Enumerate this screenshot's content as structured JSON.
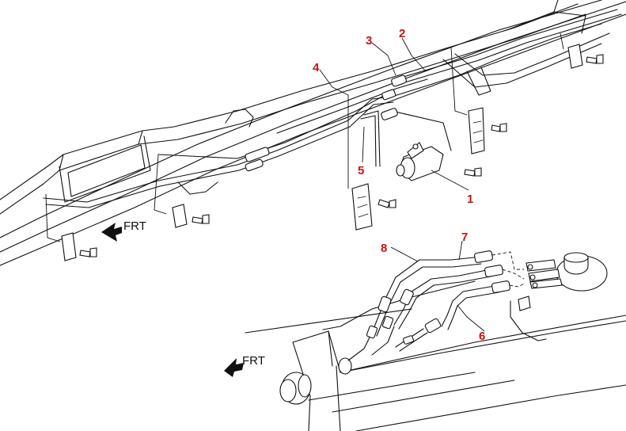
{
  "front_label": "FRT",
  "callouts": [
    {
      "id": "1",
      "text": "1"
    },
    {
      "id": "2",
      "text": "2"
    },
    {
      "id": "3",
      "text": "3"
    },
    {
      "id": "4",
      "text": "4"
    },
    {
      "id": "5",
      "text": "5"
    },
    {
      "id": "6",
      "text": "6"
    },
    {
      "id": "7",
      "text": "7"
    },
    {
      "id": "8",
      "text": "8"
    }
  ],
  "colors": {
    "callout": "#cc1111",
    "line": "#111111",
    "background": "#ffffff"
  }
}
